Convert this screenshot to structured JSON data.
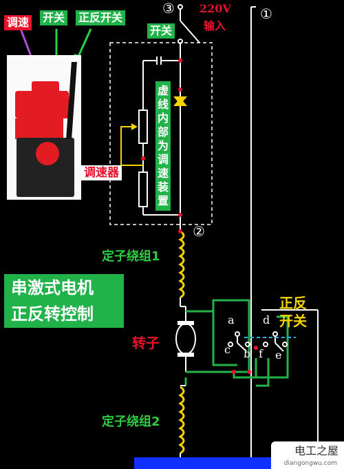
{
  "tags": {
    "speed": "调速",
    "switch": "开关",
    "reverse_switch": "正反开关",
    "switch_inner": "开关",
    "speed_regulator": "调速器"
  },
  "input": {
    "marker3": "③",
    "voltage": "220V",
    "input_label": "输入",
    "marker1": "①",
    "marker2": "②"
  },
  "dashed_box_text": "虚线内部为调速装置",
  "stator1": "定子绕组1",
  "stator2": "定子绕组2",
  "rotor": "转子",
  "title_line1": "串激式电机",
  "title_line2": "正反转控制",
  "reverse_switch_label_line1": "正反",
  "reverse_switch_label_line2": "开关",
  "contacts": {
    "a": "a",
    "b": "b",
    "c": "c",
    "d": "d",
    "e": "e",
    "f": "f"
  },
  "watermark": {
    "main": "电工之屋",
    "sub": "diangongwu.com"
  },
  "colors": {
    "red": "#e8122b",
    "green": "#22b24a",
    "yellow": "#f5d400",
    "blue": "#1030ff",
    "wire": "#ffffff"
  }
}
